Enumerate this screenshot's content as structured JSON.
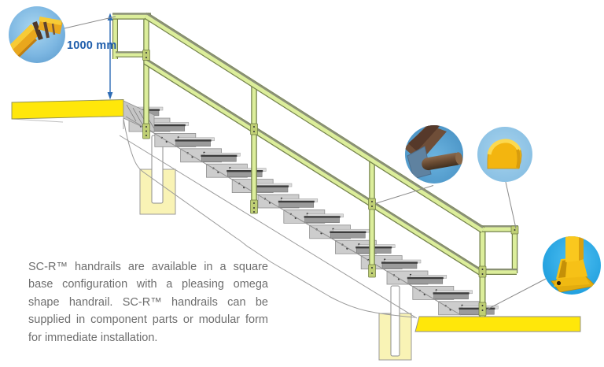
{
  "figure": {
    "dimension_label": "1000 mm",
    "steps_count": 14
  },
  "description": {
    "lines": [
      "SC-R™ handrails are available in a square",
      "base configuration with a pleasing omega",
      "shape handrail. SC-R™ handrails can be",
      "supplied in component parts or modular form",
      "for immediate installation."
    ]
  },
  "icons": [
    "handrail-corner-joint-photo-icon",
    "midrail-connection-photo-icon",
    "omega-profile-photo-icon",
    "square-base-plate-photo-icon"
  ],
  "colors": {
    "platform_yellow": "#ffe70a",
    "foundation_cream": "#f9f3b5",
    "rail_green": "#dcee9b",
    "rail_outline": "#72804a",
    "dimension_blue": "#2e6cb5",
    "callout_blue": "#3fa0d8",
    "detail_yellow": "#f5bd17",
    "text_gray": "#6e6e6e",
    "step_gray": "#cdcdcd"
  }
}
